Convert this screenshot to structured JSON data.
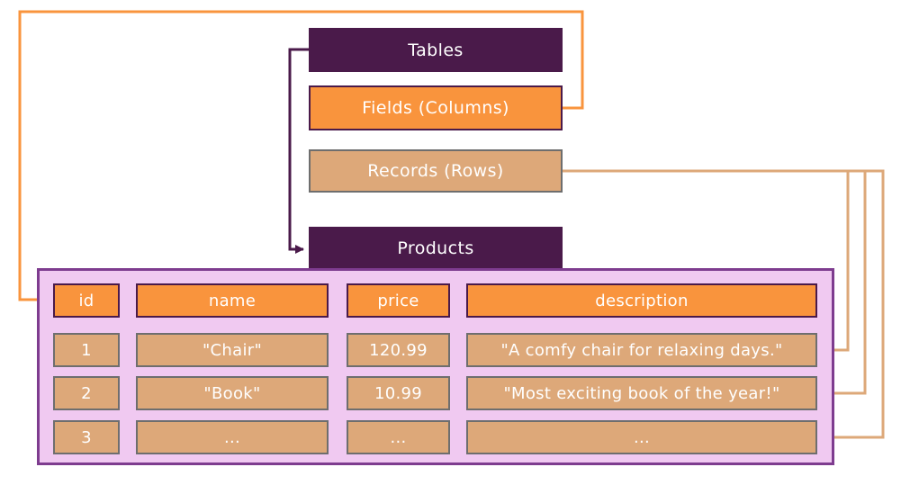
{
  "diagram": {
    "title_boxes": {
      "tables": {
        "label": "Tables"
      },
      "fields": {
        "label": "Fields (Columns)"
      },
      "records": {
        "label": "Records (Rows)"
      },
      "products": {
        "label": "Products"
      }
    },
    "products_table": {
      "headers": [
        "id",
        "name",
        "price",
        "description"
      ],
      "rows": [
        [
          "1",
          "\"Chair\"",
          "120.99",
          "\"A comfy chair for relaxing days.\""
        ],
        [
          "2",
          "\"Book\"",
          "10.99",
          "\"Most exciting book of the year!\""
        ],
        [
          "3",
          "...",
          "...",
          "..."
        ]
      ]
    },
    "connectors": [
      {
        "name": "fields-to-id-column",
        "color": "#F9943D"
      },
      {
        "name": "tables-to-products",
        "color": "#4A1A4A"
      },
      {
        "name": "records-to-row-1",
        "color": "#DDA879"
      },
      {
        "name": "records-to-row-2",
        "color": "#DDA879"
      },
      {
        "name": "records-to-row-3",
        "color": "#DDA879"
      }
    ],
    "colors": {
      "dark_purple": "#4A1A4A",
      "orange": "#F9943D",
      "tan": "#DDA879",
      "pink_fill": "#F0C9F1",
      "pink_border": "#7E3C8F",
      "gray_border": "#6E6E6E",
      "text": "#ffffff"
    }
  }
}
